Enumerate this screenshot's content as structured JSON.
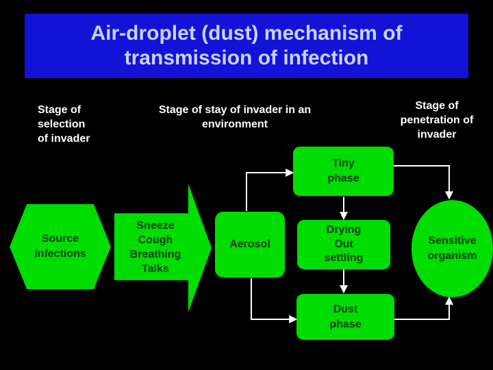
{
  "title": "Air-droplet (dust) mechanism of\ntransmission of infection",
  "stages": {
    "selection": "Stage of\nselection\nof invader",
    "stay": "Stage of stay of invader in  an\nenvironment",
    "penetration": "Stage of\npenetration of\ninvader"
  },
  "nodes": {
    "source": "Source\ninfections",
    "actions": "Sneeze\nCough\nBreathing\nTalks",
    "aerosol": "Aerosol",
    "tiny": "Tiny\nphase",
    "drying": "Drying\nOut\nsettling",
    "dust": "Dust\nphase",
    "sensitive": "Sensitive\norganism"
  },
  "colors": {
    "background": "#000000",
    "title_bg": "#1313d8",
    "title_text": "#c9d3ff",
    "node_fill": "#00dd00",
    "node_text": "#0a3b0a",
    "connector": "#ffffff"
  }
}
